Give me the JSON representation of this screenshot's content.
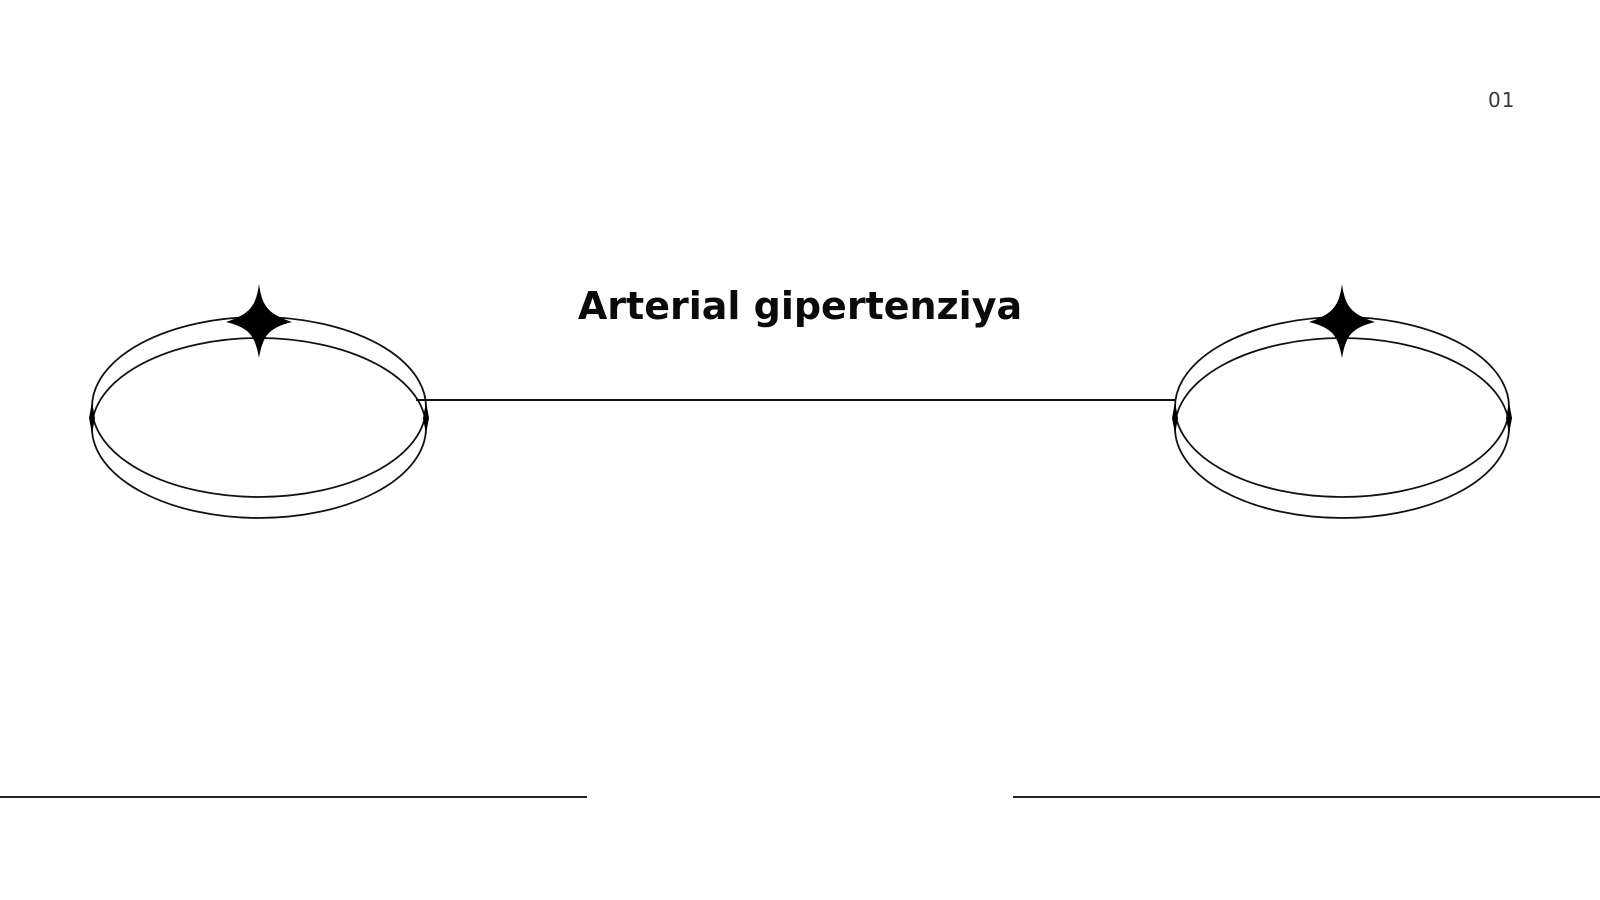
{
  "slide": {
    "page_number": "01",
    "title": "Arterial gipertenziya",
    "colors": {
      "background": "#ffffff",
      "ink": "#111111",
      "page_number": "#3a3a3a"
    },
    "decorations": {
      "left_ring_icon": "ring-with-sparkle",
      "right_ring_icon": "ring-with-sparkle",
      "connector": "horizontal-line",
      "bottom_left_rule": "horizontal-line",
      "bottom_right_rule": "horizontal-line"
    }
  }
}
